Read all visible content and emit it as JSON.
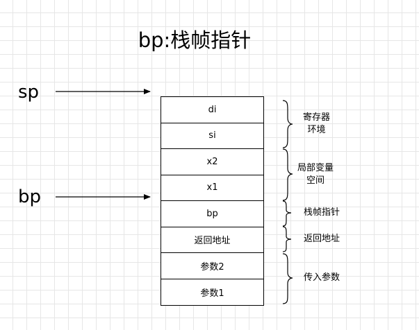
{
  "title": "bp:栈帧指针",
  "pointers": [
    {
      "label": "sp"
    },
    {
      "label": "bp"
    }
  ],
  "stack_cells": [
    "di",
    "si",
    "x2",
    "x1",
    "bp",
    "返回地址",
    "参数2",
    "参数1"
  ],
  "groups": [
    {
      "label_line1": "寄存器",
      "label_line2": "环境"
    },
    {
      "label_line1": "局部变量",
      "label_line2": "空间"
    },
    {
      "label_line1": "栈帧指针",
      "label_line2": ""
    },
    {
      "label_line1": "返回地址",
      "label_line2": ""
    },
    {
      "label_line1": "传入参数",
      "label_line2": ""
    }
  ]
}
